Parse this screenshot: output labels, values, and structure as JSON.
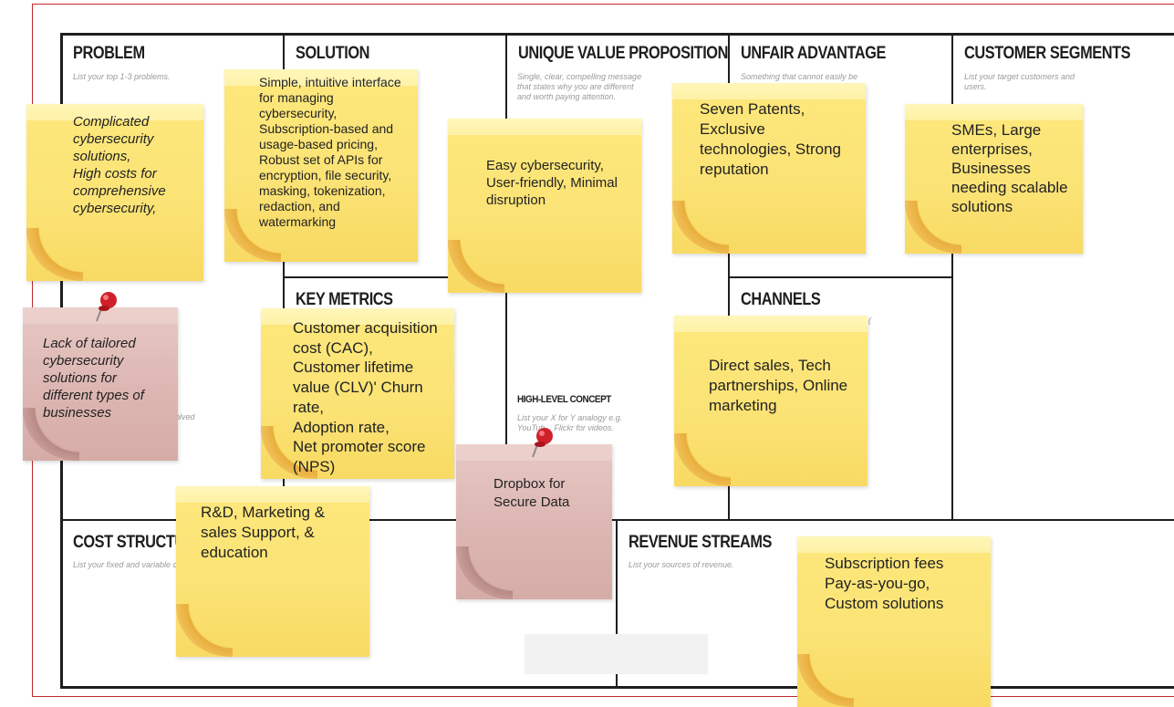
{
  "sections": {
    "problem": {
      "title": "PROBLEM",
      "hint": "List your top 1-3 problems.",
      "hint2": "olved"
    },
    "solution": {
      "title": "SOLUTION"
    },
    "uvp": {
      "title": "UNIQUE VALUE PROPOSITION",
      "hint": "Single, clear, compelling message\nthat states why you are different\nand worth paying attention."
    },
    "unfair": {
      "title": "UNFAIR ADVANTAGE",
      "hint": "Something that cannot easily be"
    },
    "segments": {
      "title": "CUSTOMER SEGMENTS",
      "hint": "List your target customers and\nusers."
    },
    "metrics": {
      "title": "KEY METRICS"
    },
    "channels": {
      "title": "CHANNELS",
      "hint": "("
    },
    "high_level": {
      "title": "HIGH-LEVEL CONCEPT",
      "hint": "List your X for Y analogy e.g.\nYouTub    Flickr for videos."
    },
    "cost": {
      "title": "COST STRUCTU",
      "hint": "List your fixed and variable co"
    },
    "revenue": {
      "title": "REVENUE STREAMS",
      "hint": "List your sources of revenue."
    }
  },
  "notes": {
    "problem": "Complicated\ncybersecurity\nsolutions,\nHigh costs for\ncomprehensive\ncybersecurity,",
    "alternatives": "Lack of tailored\ncybersecurity\nsolutions for\ndifferent types of\nbusinesses",
    "solution": "Simple, intuitive interface\nfor managing\ncybersecurity,\nSubscription-based and\nusage-based pricing,\nRobust set of APIs for\nencryption, file security,\nmasking, tokenization,\nredaction, and\nwatermarking",
    "uvp": "Easy cybersecurity,\nUser-friendly, Minimal\ndisruption",
    "unfair": "Seven Patents,\nExclusive\ntechnologies, Strong\nreputation",
    "segments": "SMEs, Large\nenterprises,\nBusinesses\nneeding scalable\nsolutions",
    "metrics": "Customer acquisition\ncost (CAC),\nCustomer lifetime\nvalue (CLV)' Churn\nrate,\nAdoption rate,\nNet promoter score\n(NPS)",
    "channels": "Direct sales, Tech\npartnerships, Online\nmarketing",
    "high_level": "Dropbox for\nSecure Data",
    "cost": "R&D, Marketing &\nsales Support, &\neducation",
    "revenue": "Subscription fees\nPay-as-you-go,\nCustom solutions"
  },
  "colors": {
    "frame": "#c0282d",
    "grid": "#1e1e1e",
    "note_yellow": "#fbe376",
    "note_pink": "#ddb7b3",
    "pin": "#d0202a"
  },
  "icons": [
    "pushpin-icon"
  ]
}
